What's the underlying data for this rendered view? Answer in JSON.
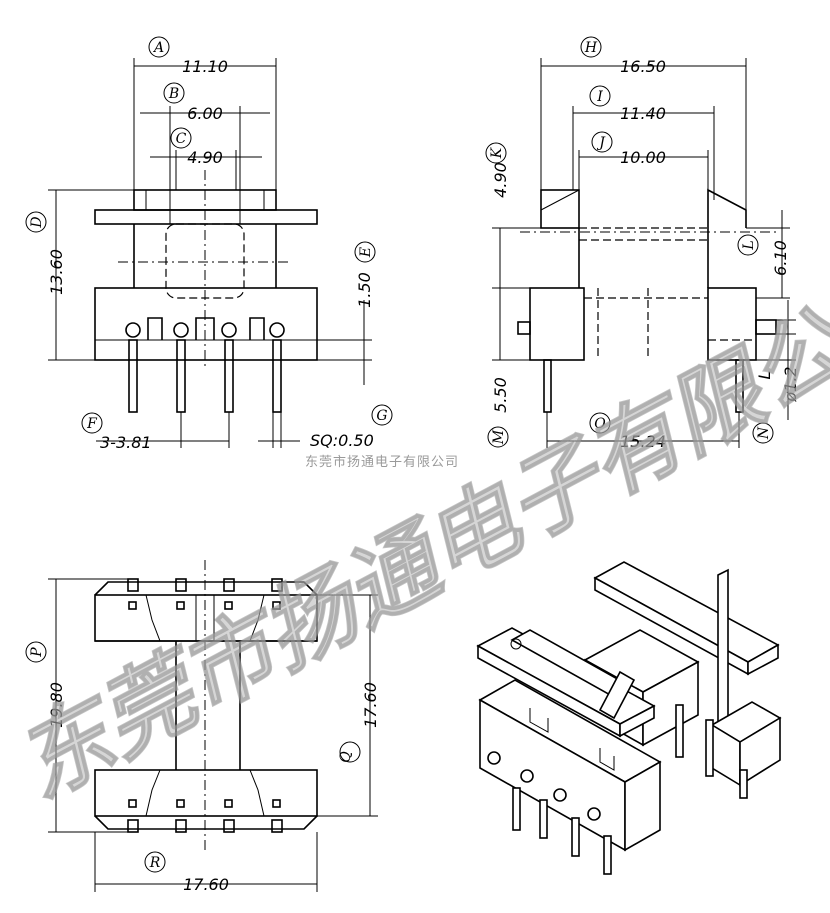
{
  "dimensions": {
    "A": "11.10",
    "B": "6.00",
    "C": "4.90",
    "D": "13.60",
    "E": "1.50",
    "F": "3-3.81",
    "G": "SQ:0.50",
    "H": "16.50",
    "I": "11.40",
    "J": "10.00",
    "K": "4.90",
    "L": "6.10",
    "M": "5.50",
    "N": "ø1.2",
    "O": "15.24",
    "P": "19.80",
    "Q": "17.60",
    "R": "17.60",
    "L2": "L"
  },
  "labels": {
    "A": "A",
    "B": "B",
    "C": "C",
    "D": "D",
    "E": "E",
    "F": "F",
    "G": "G",
    "H": "H",
    "I": "I",
    "J": "J",
    "K": "K",
    "L": "L",
    "M": "M",
    "N": "N",
    "O": "O",
    "P": "P",
    "Q": "Q",
    "R": "R"
  },
  "watermark": {
    "large": "东莞市扬通电子有限公司",
    "small": "东莞市扬通电子有限公司"
  }
}
